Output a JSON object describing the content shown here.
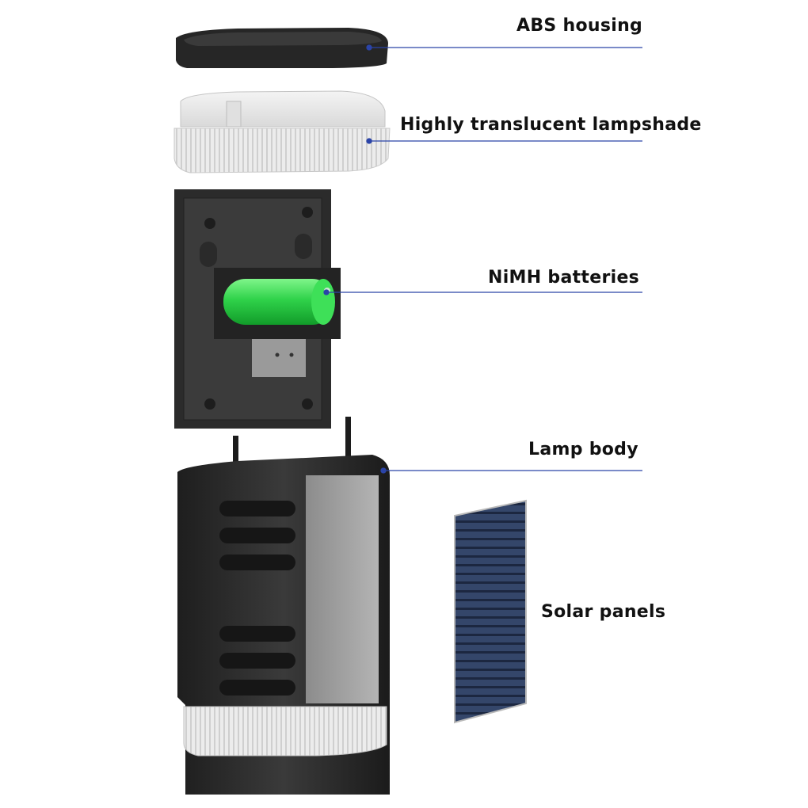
{
  "labels": {
    "abs_housing": "ABS housing",
    "lampshade": "Highly translucent lampshade",
    "batteries": "NiMH batteries",
    "lamp_body": "Lamp body",
    "solar_panels": "Solar panels"
  },
  "colors": {
    "leader_line": "#2b44a8",
    "battery": "#2fd24a",
    "housing": "#2a2a2a",
    "panel": "#2a3a55"
  }
}
